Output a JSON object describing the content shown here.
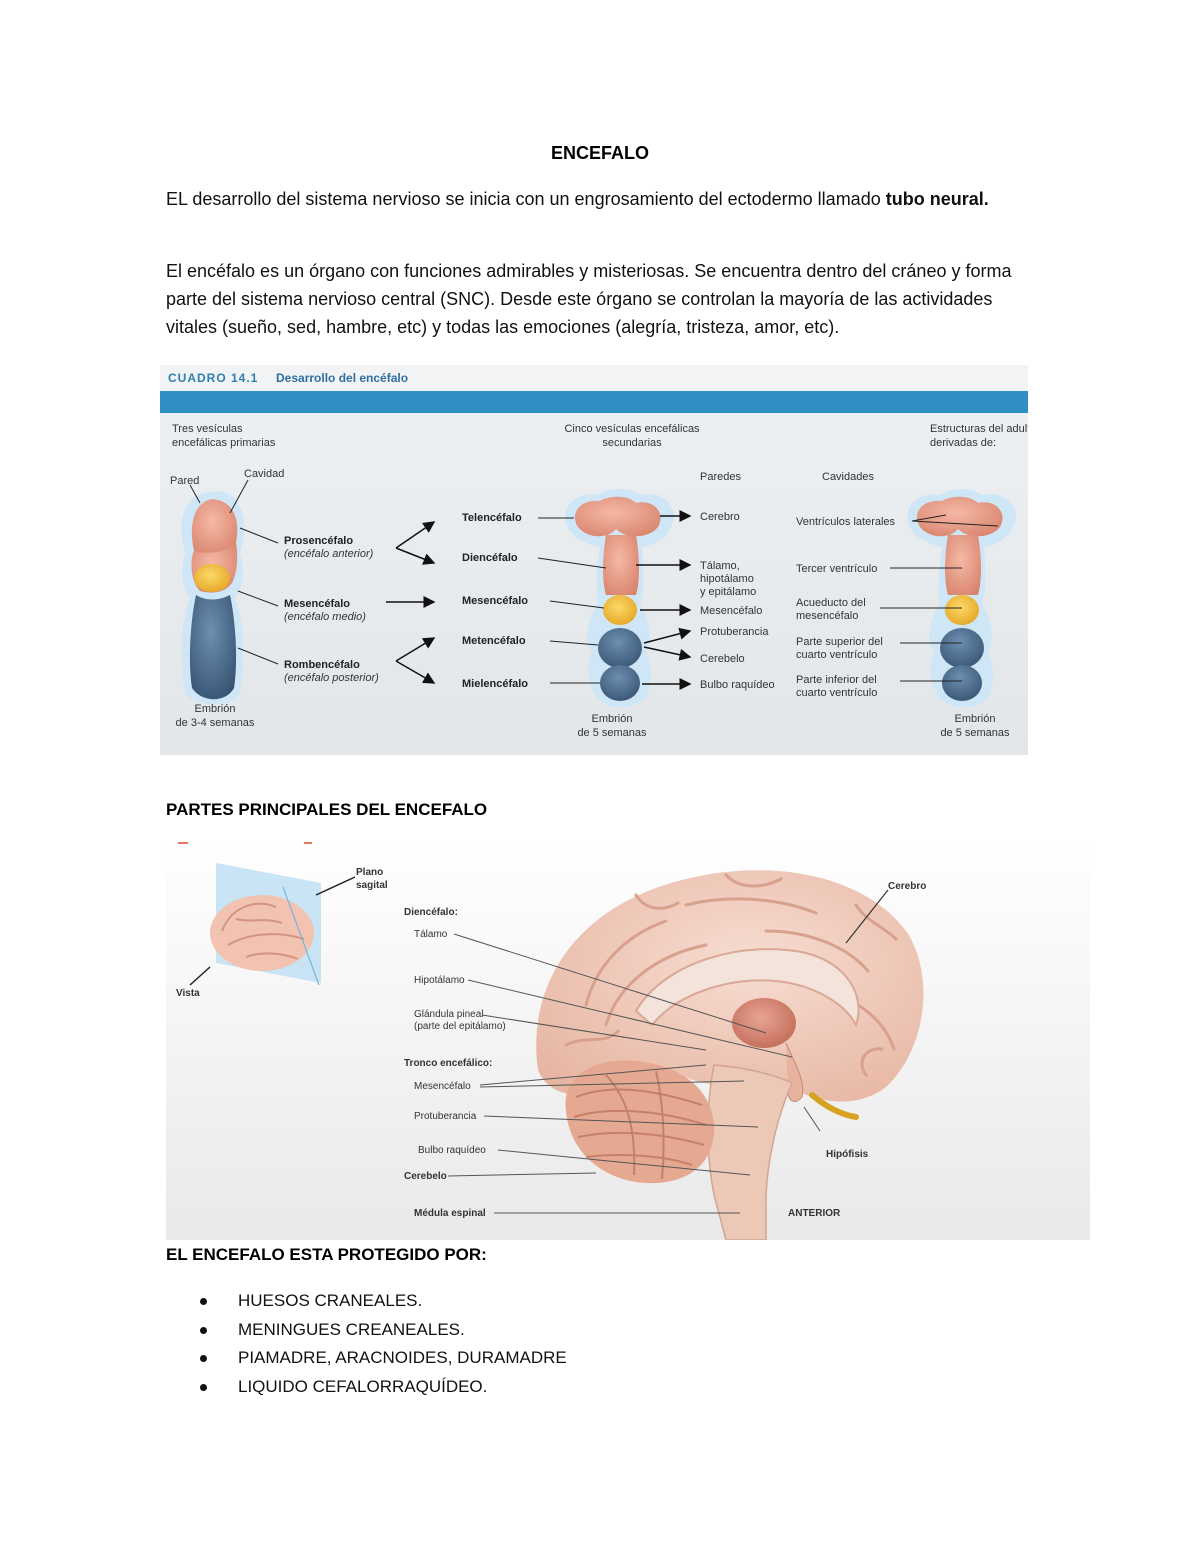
{
  "title": "ENCEFALO",
  "intro": {
    "text": "EL desarrollo del sistema nervioso se inicia con un engrosamiento del ectodermo llamado",
    "bold": "tubo neural."
  },
  "paragraph": "El encéfalo es un órgano con funciones admirables y misteriosas. Se encuentra dentro del cráneo y forma parte del sistema nervioso central (SNC). Desde este órgano se controlan la mayoría de las actividades vitales (sueño, sed, hambre, etc) y todas las emociones (alegría, tristeza, amor, etc).",
  "figure1": {
    "badge": "CUADRO 14.1",
    "title": "Desarrollo del encéfalo",
    "col1_header": [
      "Tres vesículas",
      "encefálicas primarias"
    ],
    "col2_header": [
      "Cinco vesículas encefálicas",
      "secundarias"
    ],
    "col3_header": [
      "Estructuras del adulto",
      "derivadas de:"
    ],
    "pared": "Pared",
    "cavidad": "Cavidad",
    "paredes": "Paredes",
    "cavidades": "Cavidades",
    "primary": [
      {
        "name": "Prosencéfalo",
        "sub": "(encéfalo anterior)"
      },
      {
        "name": "Mesencéfalo",
        "sub": "(encéfalo medio)"
      },
      {
        "name": "Rombencéfalo",
        "sub": "(encéfalo posterior)"
      }
    ],
    "secondary": [
      "Telencéfalo",
      "Diencéfalo",
      "Mesencéfalo",
      "Metencéfalo",
      "Mielencéfalo"
    ],
    "walls": [
      "Cerebro",
      "Tálamo,",
      "hipotálamo",
      "y epitálamo",
      "Mesencéfalo",
      "Protuberancia",
      "Cerebelo",
      "Bulbo raquídeo"
    ],
    "cavities": [
      "Ventrículos laterales",
      "Tercer ventrículo",
      "Acueducto del",
      "mesencéfalo",
      "Parte superior del",
      "cuarto ventrículo",
      "Parte inferior del",
      "cuarto ventrículo"
    ],
    "embryo1": [
      "Embrión",
      "de 3-4 semanas"
    ],
    "embryo2": [
      "Embrión",
      "de 5 semanas"
    ],
    "embryo3": [
      "Embrión",
      "de 5 semanas"
    ]
  },
  "section2_heading": "PARTES PRINCIPALES DEL ENCEFALO",
  "figure2": {
    "plano": [
      "Plano",
      "sagital"
    ],
    "vista": "Vista",
    "cerebro": "Cerebro",
    "diencefalo": "Diencéfalo:",
    "talamo": "Tálamo",
    "hipotalamo": "Hipotálamo",
    "glandula": [
      "Glándula pineal",
      "(parte del epitálamo)"
    ],
    "tronco": "Tronco encefálico:",
    "mesencefalo": "Mesencéfalo",
    "protuberancia": "Protuberancia",
    "bulbo": "Bulbo raquídeo",
    "cerebelo": "Cerebelo",
    "medula": "Médula espinal",
    "hipofisis": "Hipófisis",
    "anterior": "ANTERIOR"
  },
  "section3_heading": "EL ENCEFALO ESTA PROTEGIDO POR:",
  "protections": [
    "HUESOS CRANEALES.",
    "MENINGUES CREANEALES.",
    "PIAMADRE, ARACNOIDES, DURAMADRE",
    "LIQUIDO CEFALORRAQUÍDEO."
  ]
}
